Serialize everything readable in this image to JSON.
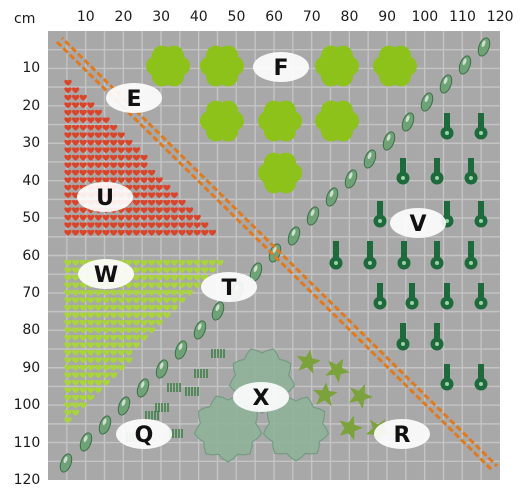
{
  "axis": {
    "unit": "cm",
    "x_ticks": [
      "10",
      "20",
      "30",
      "40",
      "50",
      "60",
      "70",
      "80",
      "90",
      "100",
      "110",
      "120"
    ],
    "y_ticks": [
      "10",
      "20",
      "30",
      "40",
      "50",
      "60",
      "70",
      "80",
      "90",
      "100",
      "110",
      "120"
    ]
  },
  "zones": [
    {
      "id": "E",
      "label": "E"
    },
    {
      "id": "F",
      "label": "F"
    },
    {
      "id": "U",
      "label": "U"
    },
    {
      "id": "V",
      "label": "V"
    },
    {
      "id": "W",
      "label": "W"
    },
    {
      "id": "T",
      "label": "T"
    },
    {
      "id": "X",
      "label": "X"
    },
    {
      "id": "Q",
      "label": "Q"
    },
    {
      "id": "R",
      "label": "R"
    }
  ],
  "colors": {
    "plot_background": "#a8a8a8",
    "grid": "#c4c4c4",
    "boundary_stripes": "#e07a1f",
    "flower_green": "#8cc21a",
    "heart_red": "#d9452b",
    "heart_lightgreen": "#a9d43a",
    "seed_green": "#6fa277",
    "pin_darkgreen": "#1f6a3c",
    "star_green": "#7ca23c",
    "pond_green": "#8fb39a"
  }
}
